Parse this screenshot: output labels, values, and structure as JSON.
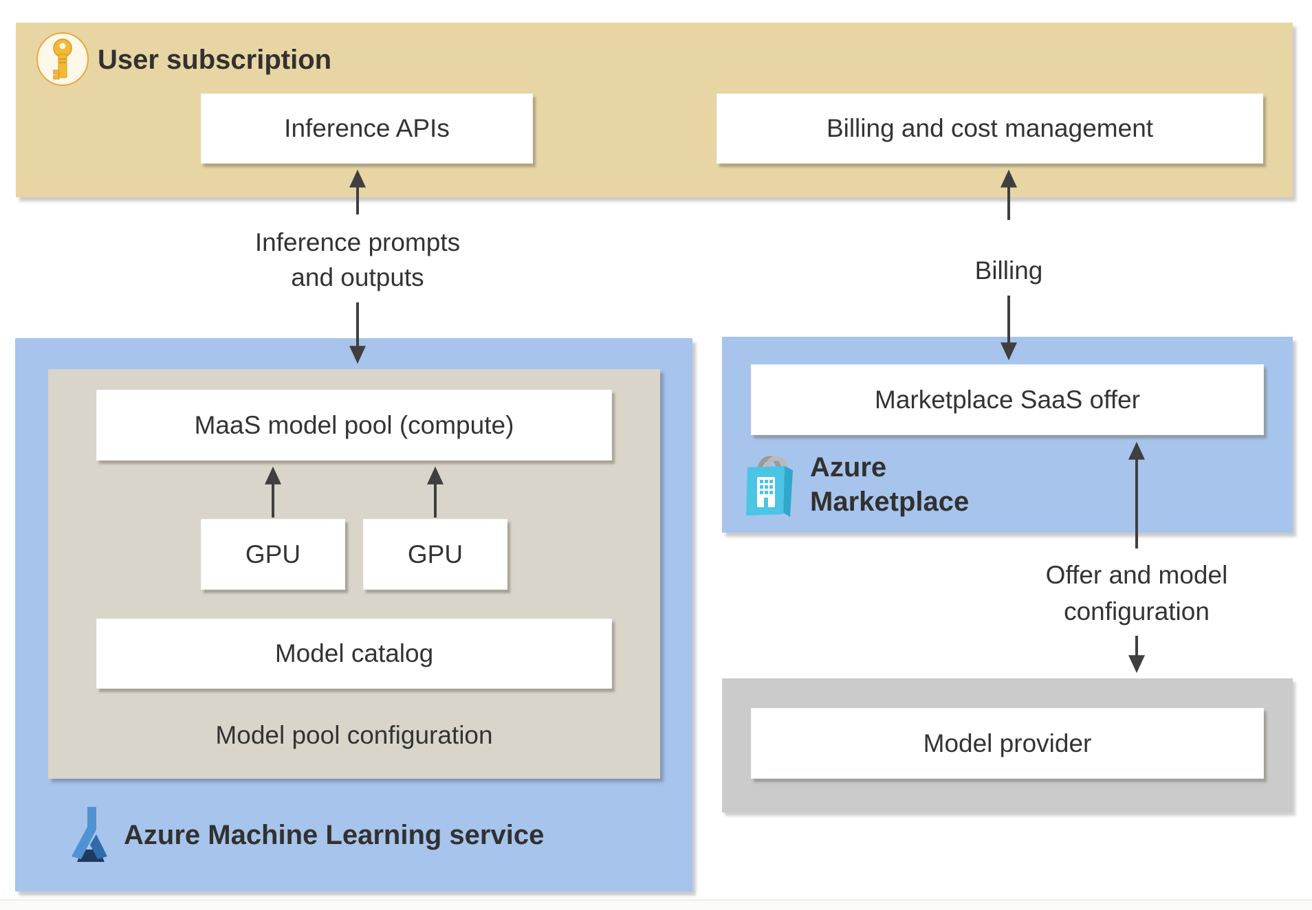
{
  "regions": {
    "user_subscription": {
      "title": "User subscription",
      "icon": "key-icon",
      "color": "#e8d5a4"
    },
    "azure_ml": {
      "title": "Azure Machine Learning service",
      "icon": "flask-icon",
      "color": "#a6c4ec"
    },
    "azure_marketplace": {
      "title_line1": "Azure",
      "title_line2": "Marketplace",
      "icon": "shopping-bag-icon",
      "color": "#a6c4ec"
    },
    "model_pool": {
      "label": "Model pool configuration",
      "color": "#d9d5ca"
    },
    "model_provider_container": {
      "color": "#cbcbcb"
    }
  },
  "boxes": {
    "inference_apis": "Inference APIs",
    "billing_cost": "Billing and cost management",
    "maas_pool": "MaaS model pool (compute)",
    "gpu_left": "GPU",
    "gpu_right": "GPU",
    "model_catalog": "Model catalog",
    "marketplace_saas": "Marketplace SaaS offer",
    "model_provider": "Model provider"
  },
  "arrow_labels": {
    "inference_line1": "Inference prompts",
    "inference_line2": "and outputs",
    "billing": "Billing",
    "offer_line1": "Offer and model",
    "offer_line2": "configuration"
  },
  "colors": {
    "tan": "#e8d5a4",
    "blue": "#a6c4ec",
    "gray-warm": "#d9d5ca",
    "gray-neutral": "#cbcbcb",
    "arrow": "#3f3f3f",
    "text": "#333333",
    "title": "#323130"
  }
}
